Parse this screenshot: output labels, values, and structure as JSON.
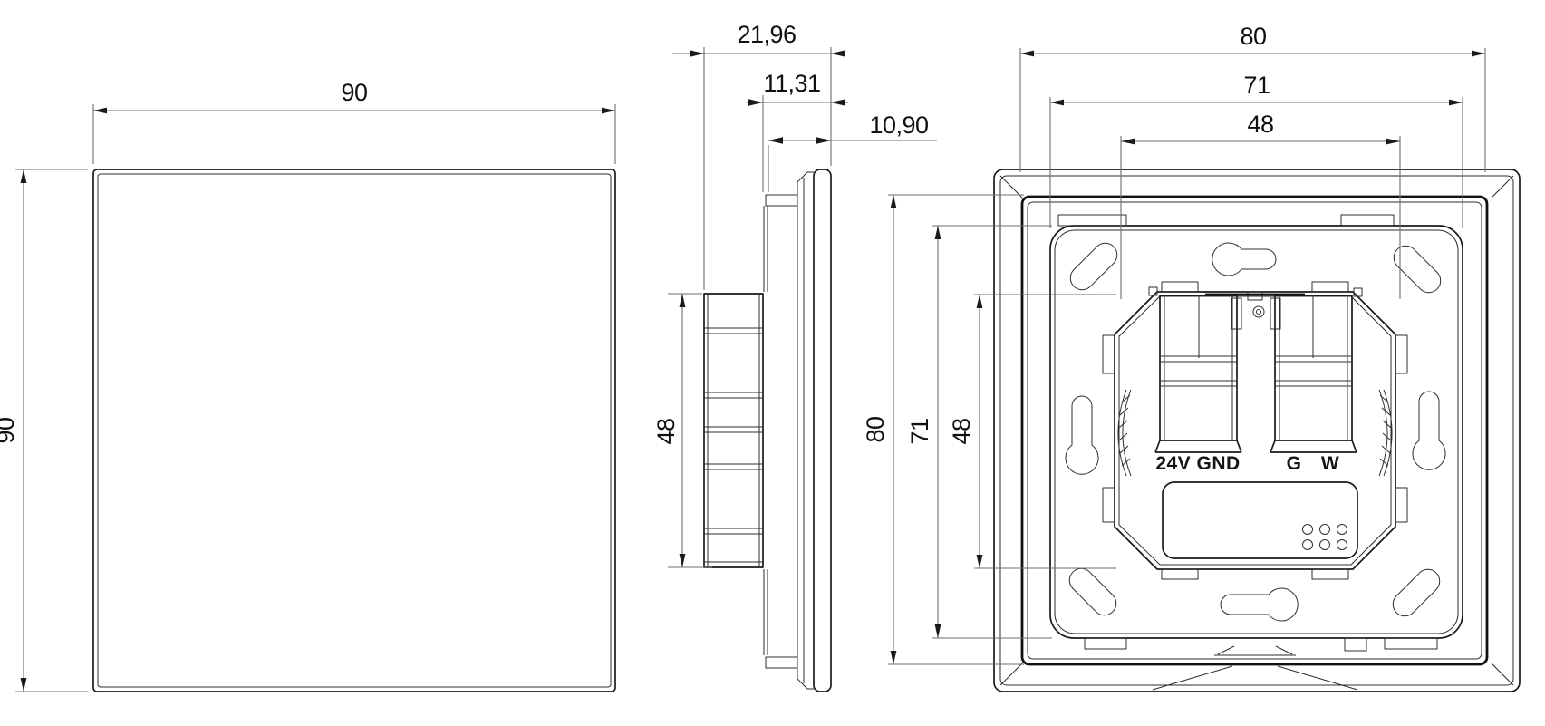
{
  "drawing": {
    "front_view": {
      "width": "90",
      "height": "90"
    },
    "side_view": {
      "total_depth": "21,96",
      "frame_depth": "11,31",
      "panel_depth": "10,90",
      "box_height": "48"
    },
    "back_view": {
      "width_outer": "80",
      "width_plate": "71",
      "width_module": "48",
      "height_outer": "80",
      "height_plate": "71",
      "height_module": "48",
      "terminal_labels": {
        "power": "24V GND",
        "g": "G",
        "w": "W"
      }
    },
    "colors": {
      "object_line": "#1a1a1a",
      "dim_line": "#6e6e6e",
      "background": "#ffffff"
    }
  }
}
